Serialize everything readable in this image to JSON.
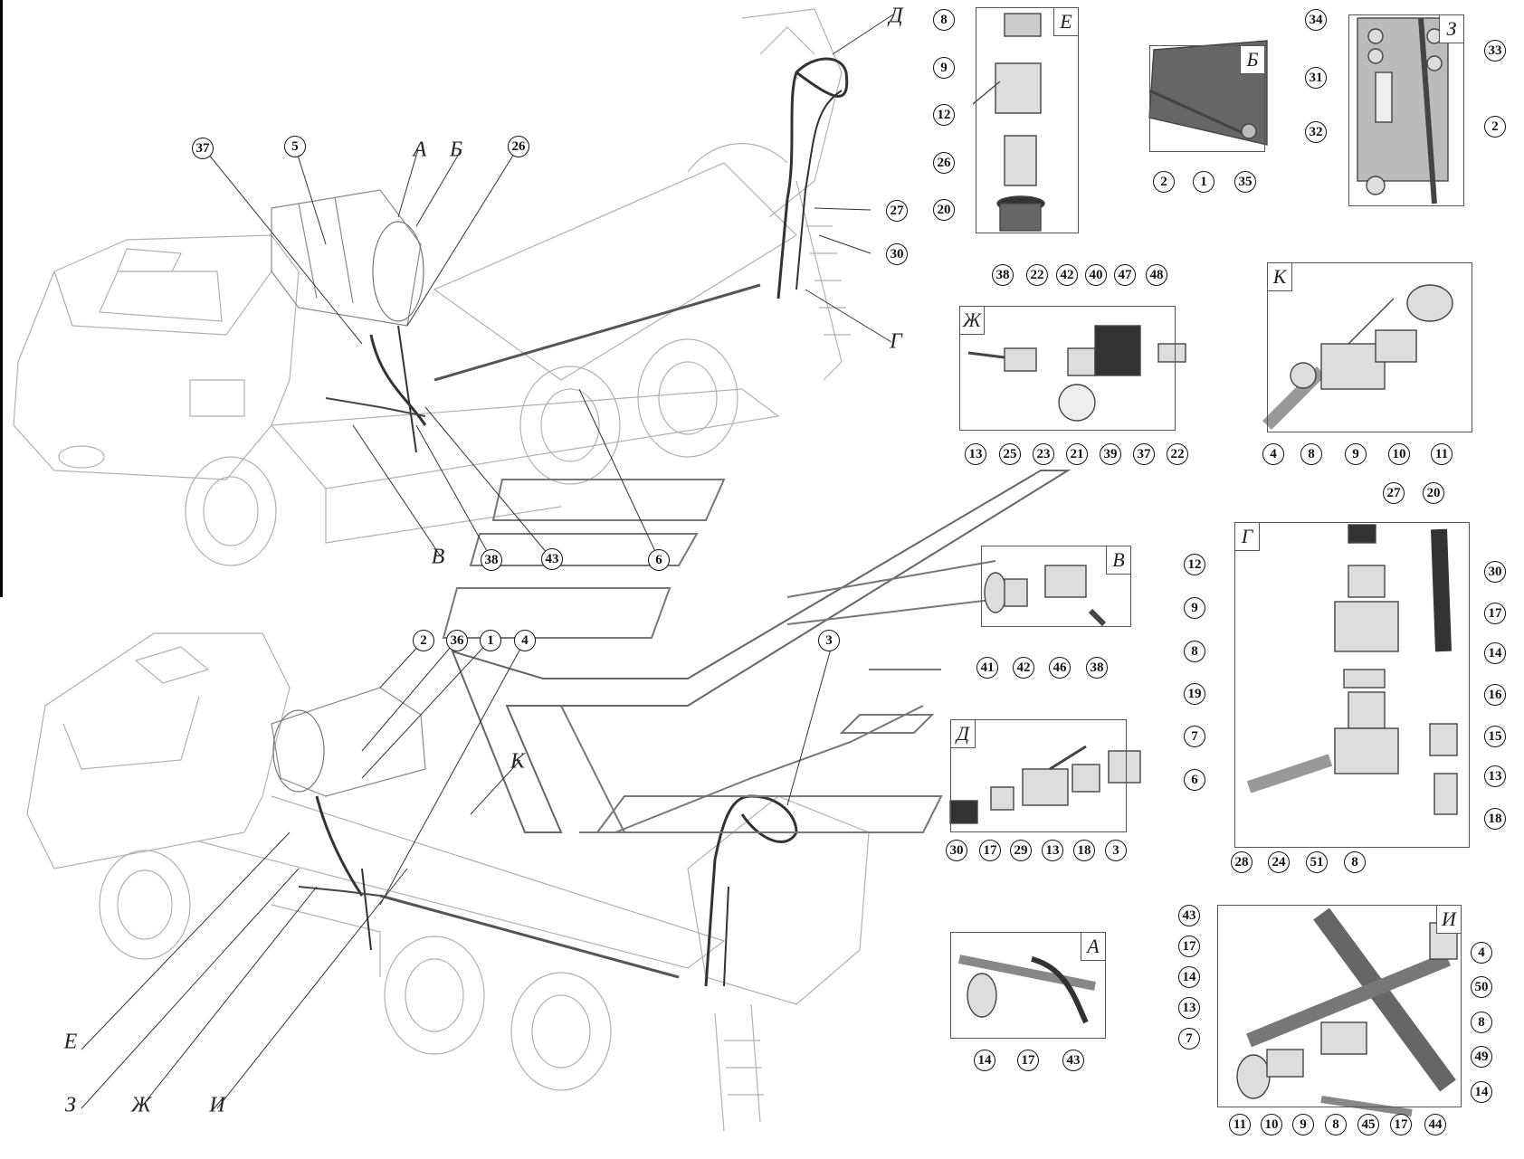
{
  "view_letters": [
    "А",
    "Б",
    "В",
    "Г",
    "Д",
    "Е",
    "Ж",
    "З",
    "И",
    "К"
  ],
  "upper_view": {
    "callouts": [
      "37",
      "5",
      "26",
      "27",
      "30",
      "38",
      "43",
      "6"
    ],
    "letters": [
      "А",
      "Б",
      "Д",
      "Г",
      "В"
    ]
  },
  "lower_view": {
    "callouts": [
      "2",
      "36",
      "1",
      "4",
      "3"
    ],
    "letters": [
      "К",
      "Е",
      "З",
      "Ж",
      "И"
    ]
  },
  "details": {
    "E": {
      "letter": "Е",
      "callouts": [
        "8",
        "9",
        "12",
        "26",
        "20"
      ]
    },
    "B": {
      "letter": "Б",
      "callouts": [
        "2",
        "1",
        "35"
      ]
    },
    "Z": {
      "letter": "З",
      "callouts": [
        "34",
        "33",
        "31",
        "2",
        "32"
      ]
    },
    "ZH": {
      "letter": "Ж",
      "callouts": [
        "38",
        "22",
        "42",
        "40",
        "47",
        "48",
        "13",
        "25",
        "23",
        "21",
        "39",
        "37",
        "22"
      ]
    },
    "K": {
      "letter": "К",
      "callouts": [
        "4",
        "8",
        "9",
        "10",
        "11"
      ]
    },
    "V": {
      "letter": "В",
      "callouts": [
        "41",
        "42",
        "46",
        "38"
      ]
    },
    "G": {
      "letter": "Г",
      "callouts": [
        "27",
        "20",
        "12",
        "30",
        "9",
        "17",
        "14",
        "8",
        "16",
        "19",
        "7",
        "15",
        "6",
        "13",
        "18",
        "28",
        "24",
        "51",
        "8"
      ]
    },
    "D": {
      "letter": "Д",
      "callouts": [
        "30",
        "17",
        "29",
        "13",
        "18",
        "3"
      ]
    },
    "A": {
      "letter": "А",
      "callouts": [
        "14",
        "17",
        "43"
      ]
    },
    "I": {
      "letter": "И",
      "callouts": [
        "43",
        "17",
        "14",
        "13",
        "7",
        "4",
        "50",
        "8",
        "49",
        "14",
        "11",
        "10",
        "9",
        "8",
        "45",
        "17",
        "44"
      ]
    }
  },
  "colors": {
    "line": "#222222",
    "drawing": "#a9a9a9",
    "background": "#ffffff"
  }
}
